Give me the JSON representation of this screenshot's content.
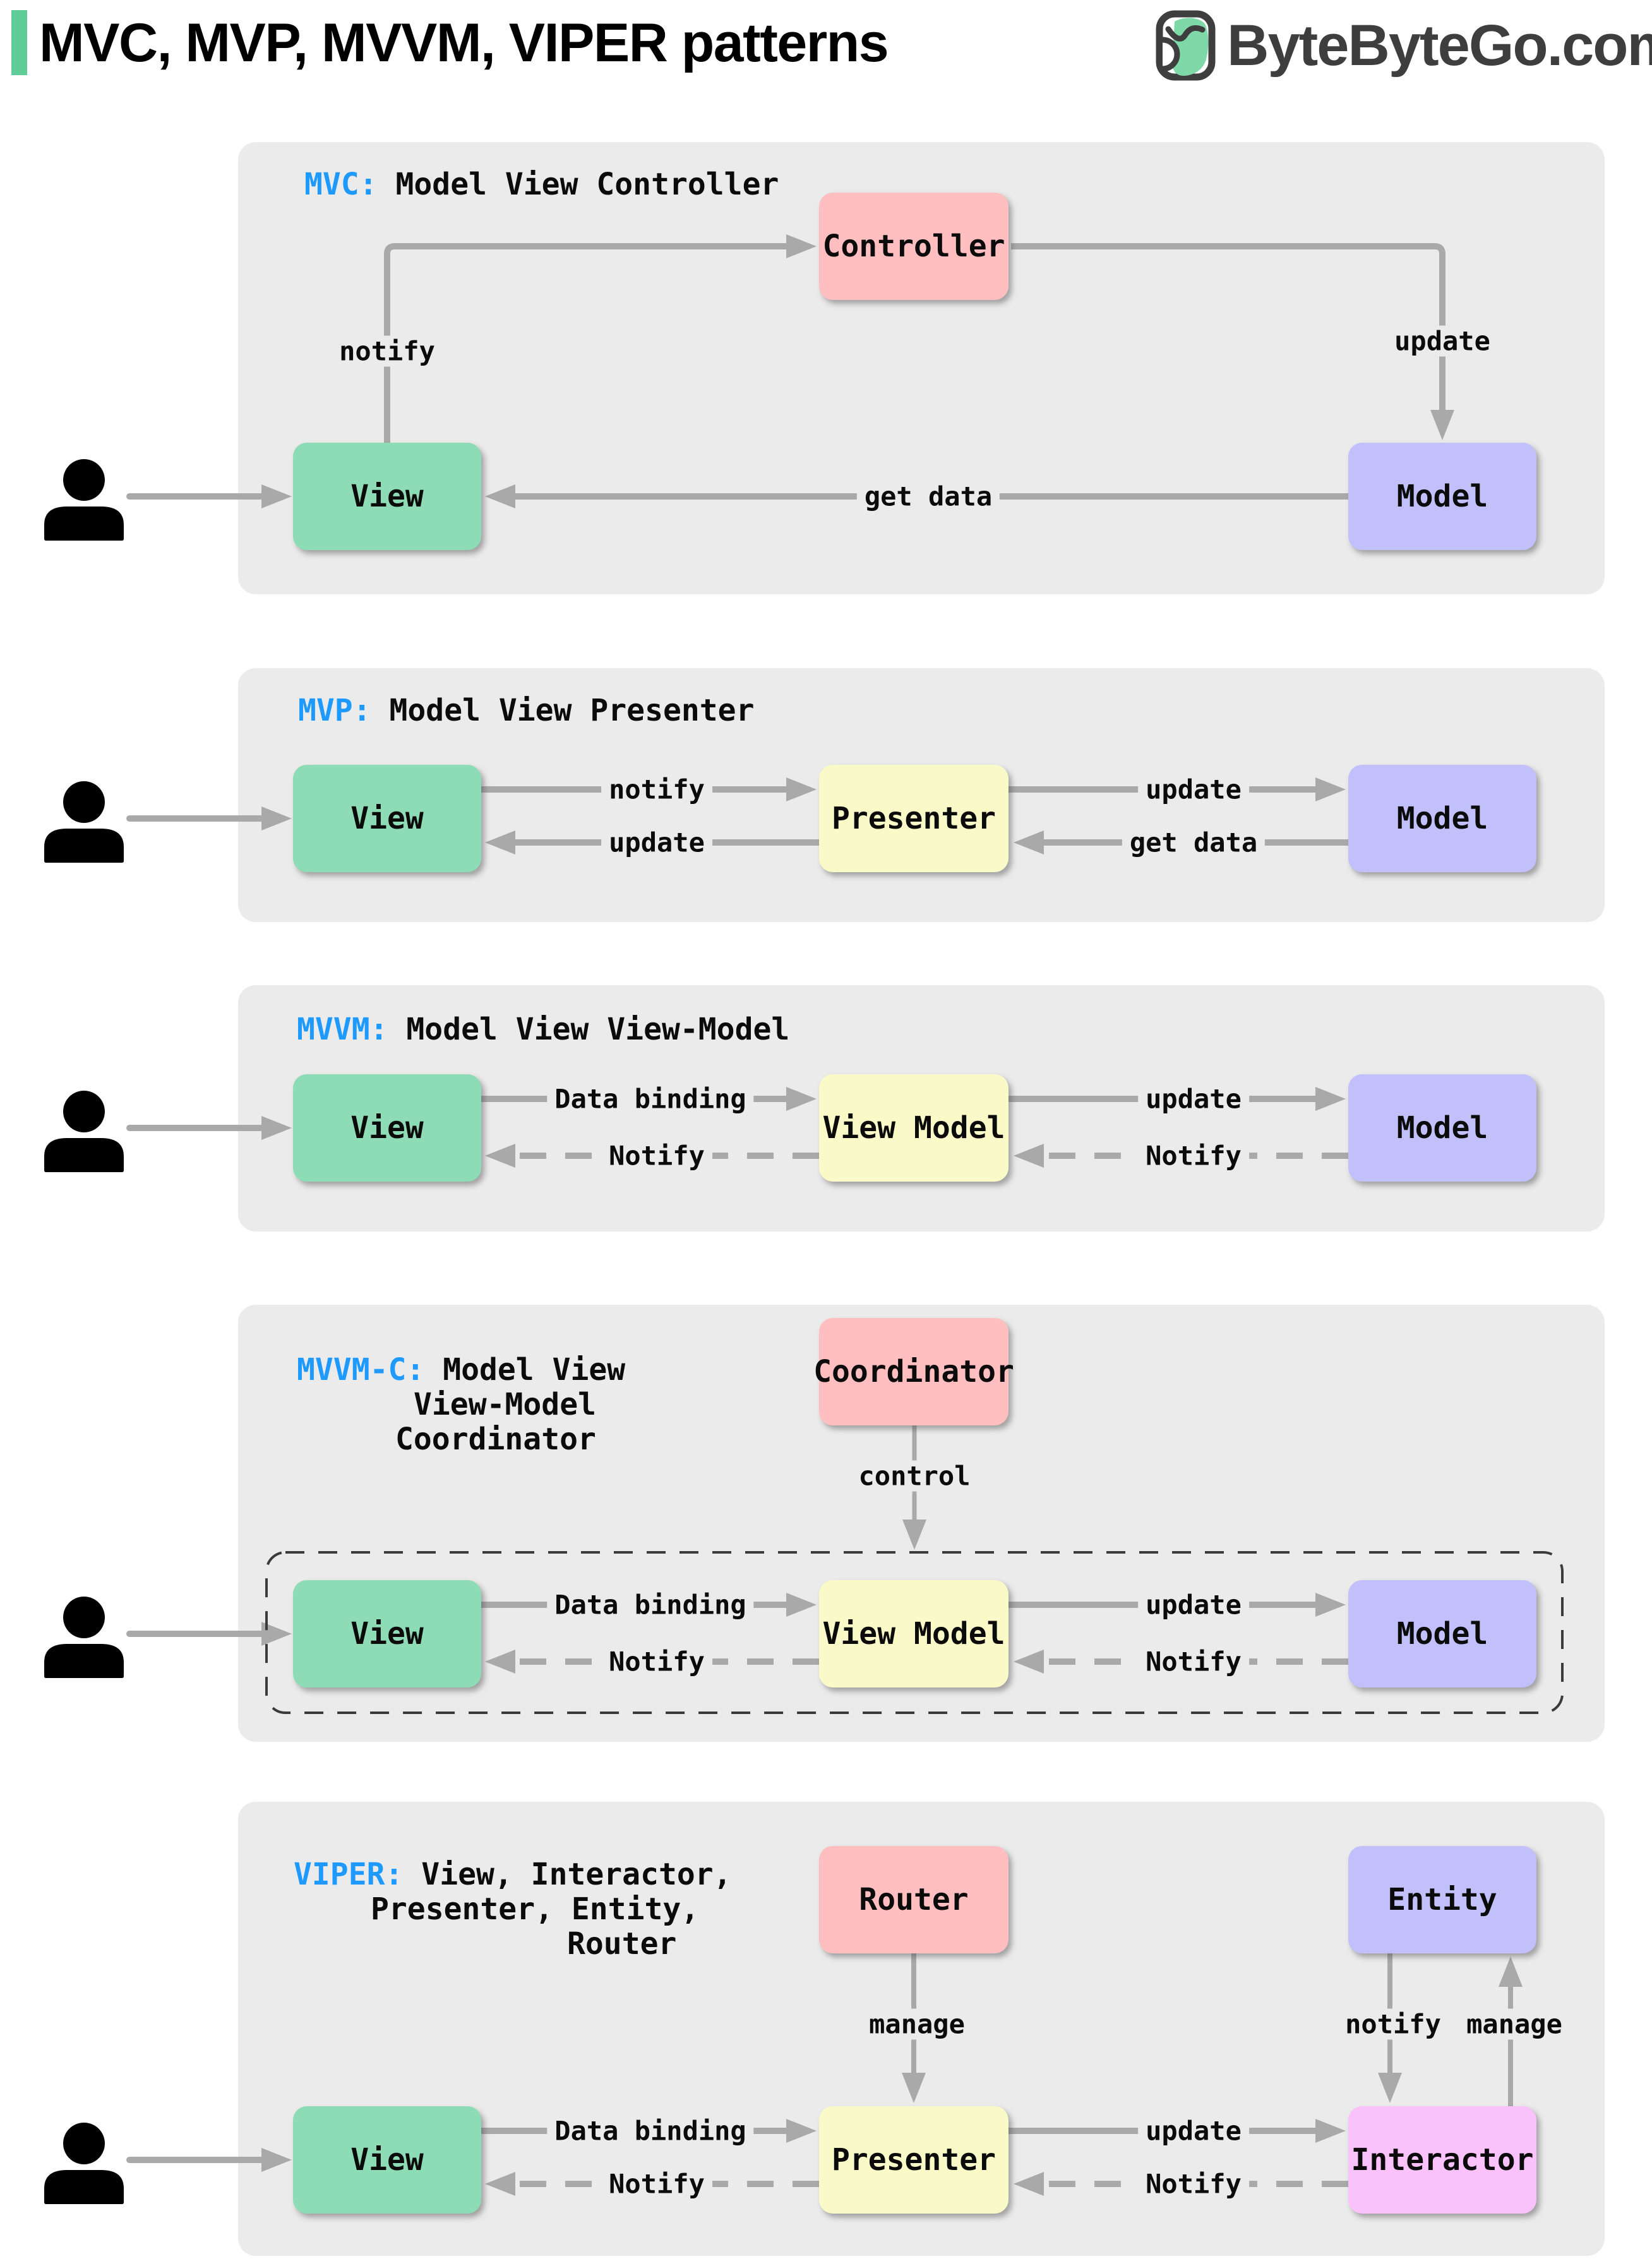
{
  "header": {
    "title": "MVC, MVP, MVVM, VIPER patterns",
    "logo_text": "ByteByteGo.com"
  },
  "colors": {
    "panel_bg": "#ebebeb",
    "arrow_gray": "#a9a9a9",
    "abbr_blue": "#1e9aff",
    "accent_green": "#5fcd97",
    "box_green": "#8edcb6",
    "box_pink": "#ffbec0",
    "box_purple": "#c1c0fa",
    "box_yellow": "#fafac8",
    "box_magenta": "#fac2fa",
    "logo_dark": "#3e3e3e",
    "logo_green": "#7fd8a8"
  },
  "sections": {
    "mvc": {
      "abbr": "MVC:",
      "name": " Model View Controller",
      "boxes": {
        "controller": "Controller",
        "view": "View",
        "model": "Model"
      },
      "labels": {
        "notify": "notify",
        "update": "update",
        "get_data": "get data"
      }
    },
    "mvp": {
      "abbr": "MVP:",
      "name": " Model View Presenter",
      "boxes": {
        "view": "View",
        "presenter": "Presenter",
        "model": "Model"
      },
      "labels": {
        "notify": "notify",
        "update_view": "update",
        "update_model": "update",
        "get_data": "get data"
      }
    },
    "mvvm": {
      "abbr": "MVVM:",
      "name": " Model View View-Model",
      "boxes": {
        "view": "View",
        "view_model": "View Model",
        "model": "Model"
      },
      "labels": {
        "data_binding": "Data binding",
        "notify_view": "Notify",
        "update": "update",
        "notify_view_model": "Notify"
      }
    },
    "mvvm_c": {
      "abbr": "MVVM-C:",
      "name_line1": " Model View",
      "name_line2": "View-Model",
      "name_line3": "Coordinator",
      "boxes": {
        "coordinator": "Coordinator",
        "view": "View",
        "view_model": "View Model",
        "model": "Model"
      },
      "labels": {
        "control": "control",
        "data_binding": "Data binding",
        "notify_view": "Notify",
        "update": "update",
        "notify_view_model": "Notify"
      }
    },
    "viper": {
      "abbr": "VIPER:",
      "name_line1": " View, Interactor,",
      "name_line2": "Presenter, Entity,",
      "name_line3": "Router",
      "boxes": {
        "router": "Router",
        "entity": "Entity",
        "view": "View",
        "presenter": "Presenter",
        "interactor": "Interactor"
      },
      "labels": {
        "manage_router": "manage",
        "notify_entity": "notify",
        "manage_entity": "manage",
        "data_binding": "Data binding",
        "notify_view": "Notify",
        "update": "update",
        "notify_presenter": "Notify"
      }
    }
  }
}
